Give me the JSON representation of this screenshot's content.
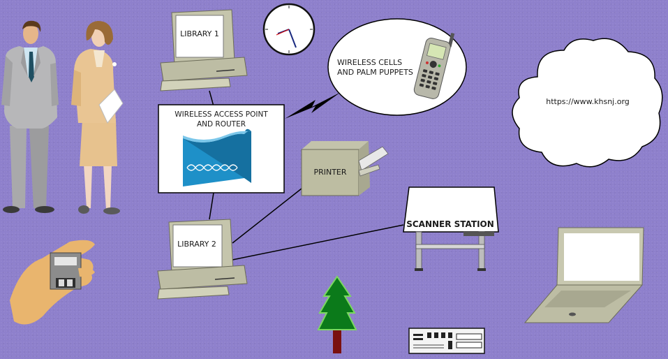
{
  "nodes": {
    "library1": "LIBRARY 1",
    "library2": "LIBRARY 2",
    "access_point_line1": "WIRELESS ACCESS POINT",
    "access_point_line2": "AND ROUTER",
    "wireless_line1": "WIRELESS CELLS",
    "wireless_line2": "AND PALM PUPPETS",
    "printer": "PRINTER",
    "scanner": "SCANNER STATION",
    "cloud_url": "https://www.khsnj.org"
  }
}
